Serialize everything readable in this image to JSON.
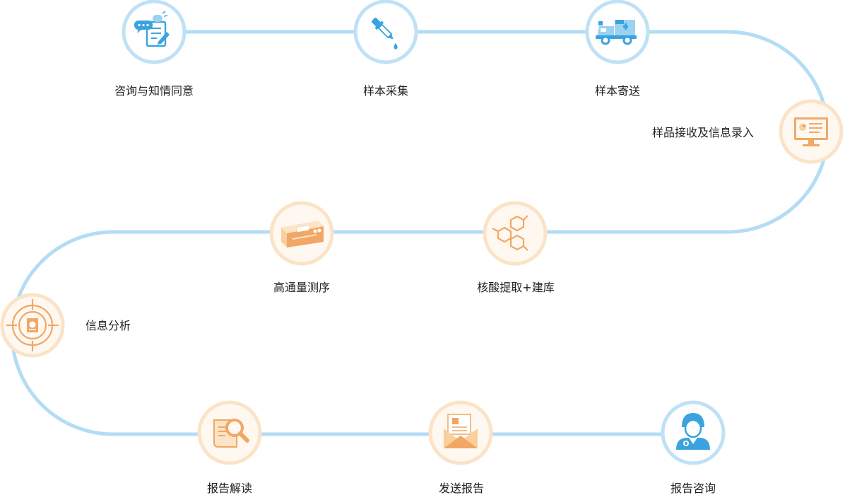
{
  "steps": [
    {
      "label": "咨询与知情同意",
      "theme": "blue",
      "icon": "consent-form-icon"
    },
    {
      "label": "样本采集",
      "theme": "blue",
      "icon": "dropper-icon"
    },
    {
      "label": "样本寄送",
      "theme": "blue",
      "icon": "delivery-truck-icon"
    },
    {
      "label": "样品接收及信息录入",
      "theme": "orange",
      "icon": "monitor-icon"
    },
    {
      "label": "核酸提取+建库",
      "theme": "orange",
      "icon": "molecule-icon"
    },
    {
      "label": "高通量测序",
      "theme": "orange",
      "icon": "sequencer-icon"
    },
    {
      "label": "信息分析",
      "theme": "orange",
      "icon": "target-icon"
    },
    {
      "label": "报告解读",
      "theme": "orange",
      "icon": "report-search-icon"
    },
    {
      "label": "发送报告",
      "theme": "orange",
      "icon": "envelope-icon"
    },
    {
      "label": "报告咨询",
      "theme": "blue",
      "icon": "doctor-icon"
    }
  ],
  "colors": {
    "path": "#b3dcf5",
    "blue_ring": "#bfe1f6",
    "blue_fill": "#ffffff",
    "blue_icon": "#3aa3df",
    "blue_icon_light": "#9cd2f1",
    "orange_ring": "#fbe3c8",
    "orange_fill": "#fff8f0",
    "orange_icon": "#f1a766",
    "orange_icon_light": "#f9cf9e",
    "label": "#222222"
  }
}
